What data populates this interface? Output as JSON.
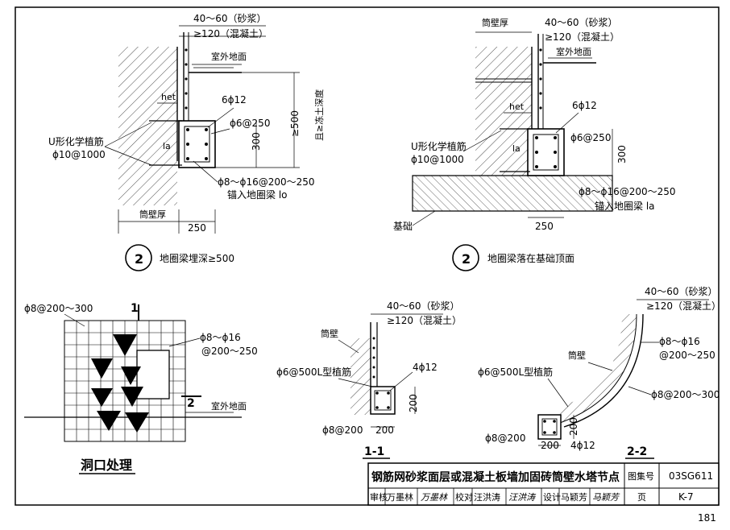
{
  "d1": {
    "mortar": "40～60（砂浆）",
    "concrete": "≥120（混凝土）",
    "outdoor": "室外地面",
    "het": "het",
    "rebar_top": "6ϕ12",
    "stirrup": "ϕ6@250",
    "u_anchor_1": "U形化学植筋",
    "u_anchor_2": "ϕ10@1000",
    "la": "la",
    "dim_300": "300",
    "dim_500": "≥500",
    "frost": "且≥冻土深度",
    "wall_rebar_1": "ϕ8～ϕ16@200～250",
    "wall_rebar_2": "锚入地圈梁 lo",
    "wall_thk": "筒壁厚",
    "dim_250": "250",
    "num": "2",
    "caption": "地圈梁埋深≥500"
  },
  "d2": {
    "wall_thk": "筒壁厚",
    "mortar": "40～60（砂浆）",
    "concrete": "≥120（混凝土）",
    "outdoor": "室外地面",
    "het": "het",
    "rebar_top": "6ϕ12",
    "stirrup": "ϕ6@250",
    "u_anchor_1": "U形化学植筋",
    "u_anchor_2": "ϕ10@1000",
    "la": "la",
    "dim_300": "300",
    "wall_rebar_1": "ϕ8～ϕ16@200～250",
    "wall_rebar_2": "锚入地圈梁 la",
    "foundation": "基础",
    "dim_250": "250",
    "num": "2",
    "caption": "地圈梁落在基础顶面"
  },
  "d3": {
    "mesh": "ϕ8@200～300",
    "sec1": "1",
    "rebar_1": "ϕ8～ϕ16",
    "rebar_2": "@200～250",
    "sec2": "2",
    "outdoor": "室外地面",
    "caption": "洞口处理"
  },
  "d4": {
    "mortar": "40～60（砂浆）",
    "concrete": "≥120（混凝土）",
    "wall": "筒壁",
    "l_anchor": "ϕ6@500L型植筋",
    "rebar": "4ϕ12",
    "dim_200v": "200",
    "stirrup": "ϕ8@200",
    "dim_200h": "200",
    "caption": "1-1"
  },
  "d5": {
    "mortar": "40～60（砂浆）",
    "concrete": "≥120（混凝土）",
    "wall": "筒壁",
    "rebar_1": "ϕ8～ϕ16",
    "rebar_2": "@200～250",
    "l_anchor": "ϕ6@500L型植筋",
    "mesh": "ϕ8@200～300",
    "dim_200v": "200",
    "stirrup": "ϕ8@200",
    "dim_200h": "200",
    "rebar": "4ϕ12",
    "caption": "2-2"
  },
  "title_block": {
    "title": "钢筋网砂浆面层或混凝土板墙加固砖筒壁水塔节点",
    "atlas_label": "图集号",
    "atlas_no": "03SG611",
    "review_label": "审核",
    "reviewer": "万墨林",
    "reviewer_sig": "万墨林",
    "check_label": "校对",
    "checker": "汪洪涛",
    "checker_sig": "汪洪涛",
    "design_label": "设计",
    "designer": "马颖芳",
    "designer_sig": "马颖芳",
    "page_label": "页",
    "page_no": "K-7"
  },
  "page_number": "181"
}
